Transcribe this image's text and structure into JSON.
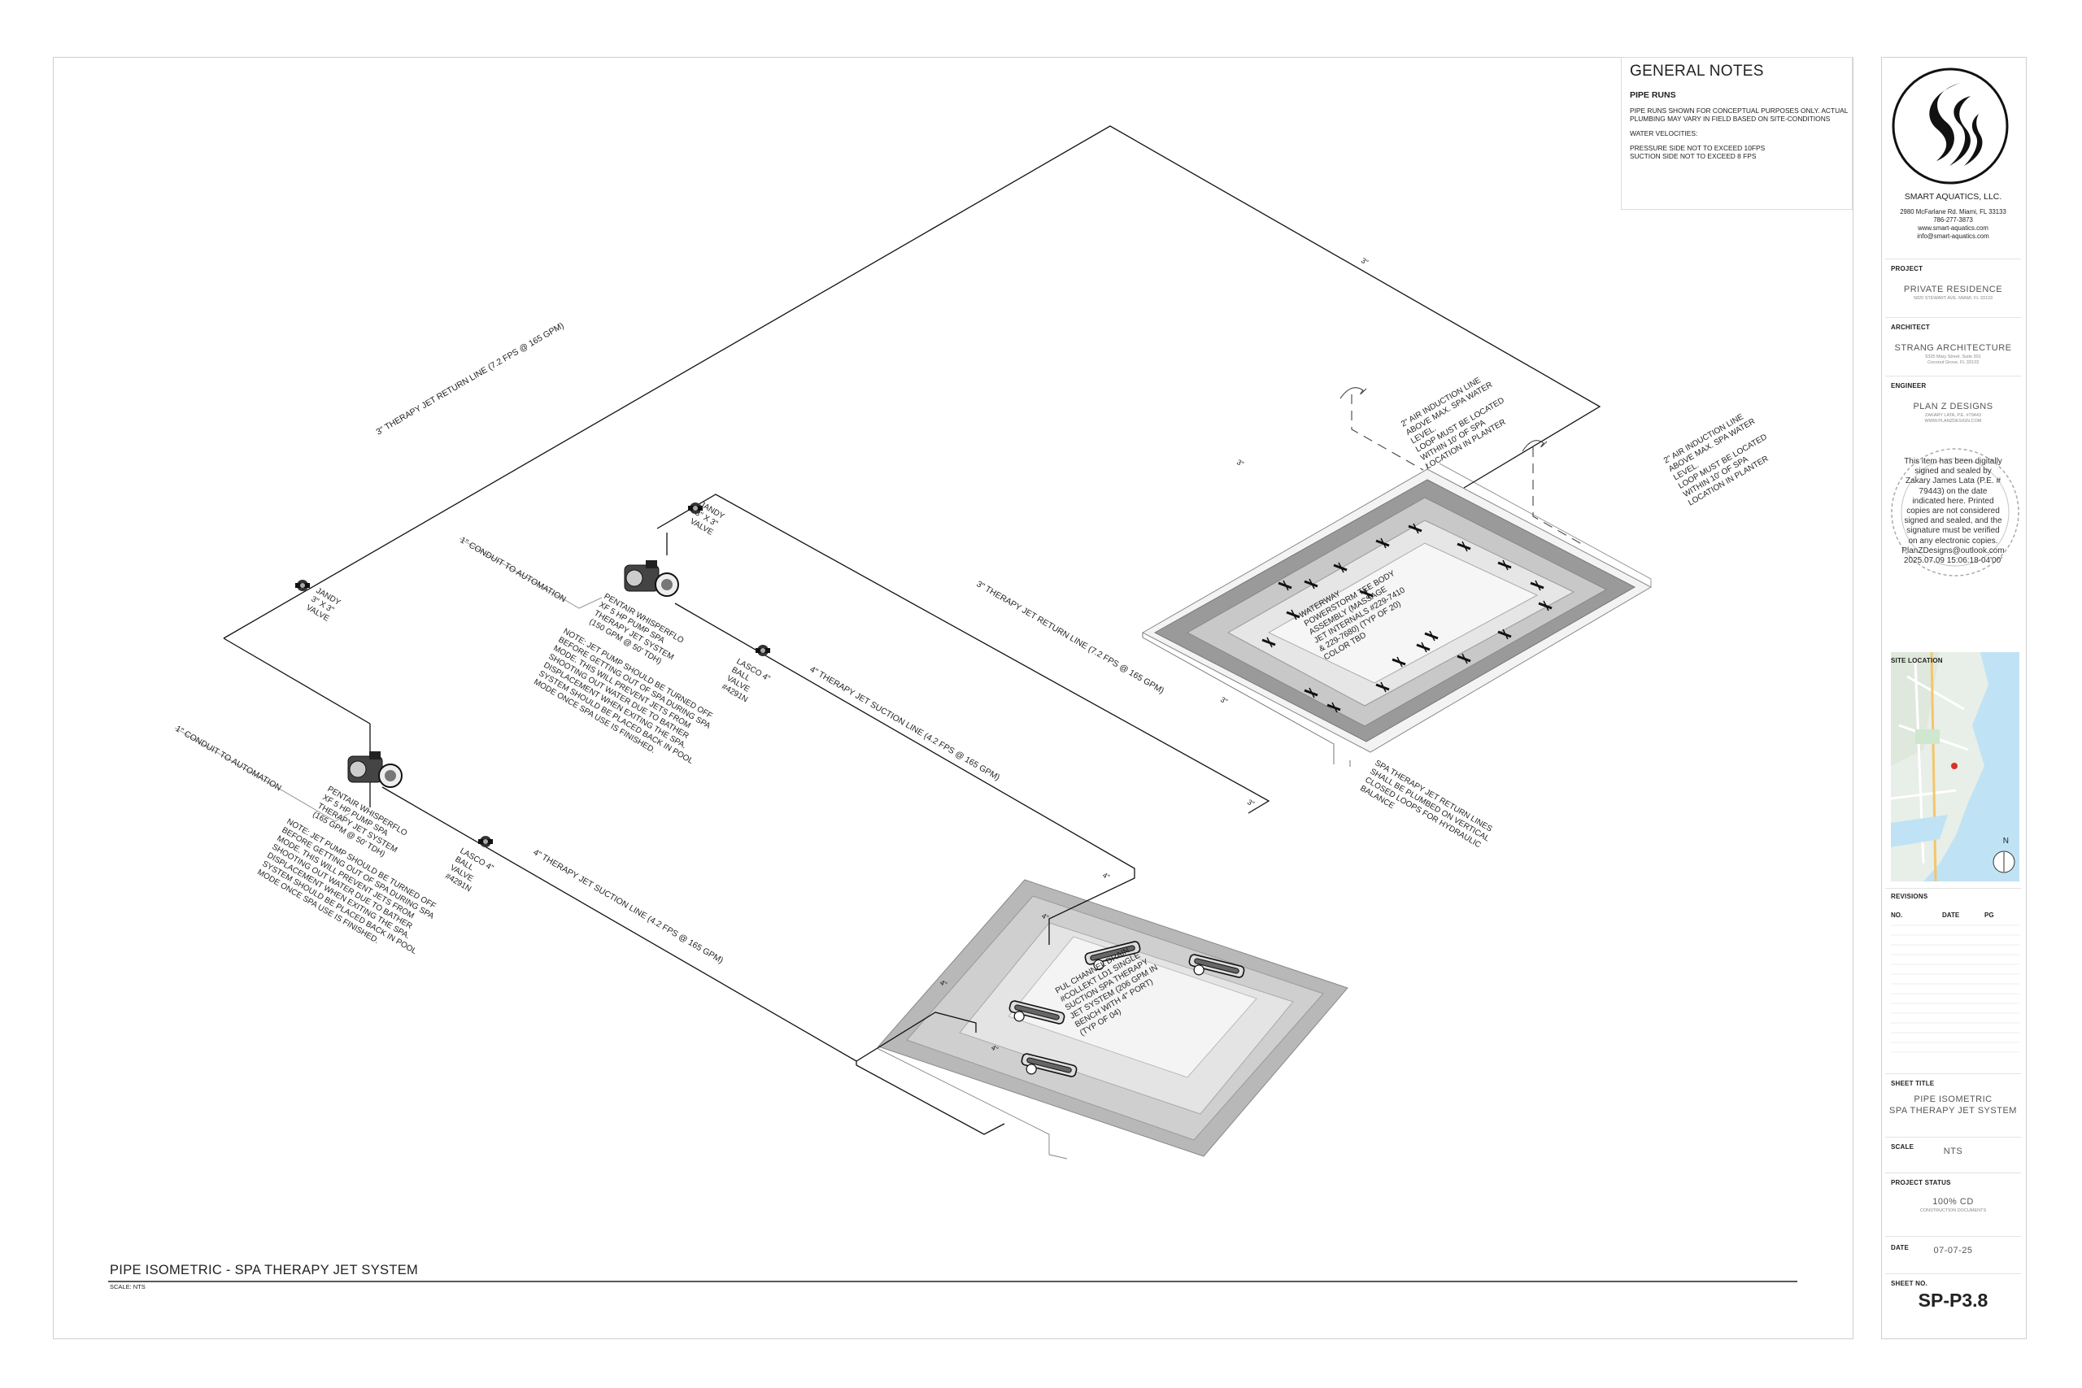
{
  "general_notes": {
    "title": "GENERAL NOTES",
    "section": "PIPE RUNS",
    "lines": [
      "PIPE RUNS SHOWN FOR CONCEPTUAL PURPOSES ONLY. ACTUAL",
      "PLUMBING MAY VARY IN FIELD BASED ON SITE-CONDITIONS",
      "WATER VELOCITIES:",
      "PRESSURE SIDE NOT TO EXCEED 10FPS",
      "SUCTION SIDE NOT TO EXCEED 8 FPS"
    ]
  },
  "drawing": {
    "title": "PIPE ISOMETRIC -  SPA THERAPY JET SYSTEM",
    "scale": "SCALE: NTS",
    "labels": {
      "return_line_upper": "3\" THERAPY JET RETURN LINE (7.2 FPS @ 165 GPM)",
      "return_line_lower": "3\" THERAPY JET RETURN LINE (7.2 FPS @ 165 GPM)",
      "suction_line_upper": "4\" THERAPY JET SUCTION LINE (4.2 FPS @ 165 GPM)",
      "suction_line_lower": "4\" THERAPY JET SUCTION LINE (4.2 FPS @ 165 GPM)",
      "conduit_upper": "1\" CONDUIT TO AUTOMATION",
      "conduit_lower": "1\" CONDUIT TO AUTOMATION",
      "jandy_valve_upper": [
        "JANDY",
        "3\" X 3\"",
        "VALVE"
      ],
      "jandy_valve_left": [
        "JANDY",
        "3\" X 3\"",
        "VALVE"
      ],
      "pump_upper": [
        "PENTAIR WHISPERFLO",
        "XF 5 HP PUMP SPA",
        "THERAPY JET SYSTEM",
        "(150 GPM @ 50' TDH)"
      ],
      "pump_lower": [
        "PENTAIR WHISPERFLO",
        "XF 5 HP PUMP SPA",
        "THERAPY JET SYSTEM",
        "(165 GPM @ 50' TDH)"
      ],
      "pump_note_upper": [
        "NOTE: JET PUMP SHOULD BE TURNED OFF",
        "BEFORE GETTING OUT OF SPA DURING SPA",
        "MODE. THIS WILL PREVENT JETS FROM",
        "SHOOTING OUT WATER DUE TO BATHER",
        "DISPLACEMENT WHEN EXITING THE SPA.",
        "SYSTEM SHOULD BE PLACED BACK IN POOL",
        "MODE ONCE SPA USE IS FINISHED."
      ],
      "pump_note_lower": [
        "NOTE: JET PUMP SHOULD BE TURNED OFF",
        "BEFORE GETTING OUT OF SPA DURING SPA",
        "MODE. THIS WILL PREVENT JETS FROM",
        "SHOOTING OUT WATER DUE TO BATHER",
        "DISPLACEMENT WHEN EXITING THE SPA.",
        "SYSTEM SHOULD BE PLACED BACK IN POOL",
        "MODE ONCE SPA USE IS FINISHED."
      ],
      "lasco_upper": [
        "LASCO 4\"",
        "BALL",
        "VALVE",
        "#4291N"
      ],
      "lasco_lower": [
        "LASCO 4\"",
        "BALL",
        "VALVE",
        "#4291N"
      ],
      "air_induction_1": [
        "2\" AIR INDUCTION LINE",
        "ABOVE MAX. SPA WATER",
        "LEVEL.",
        "LOOP MUST BE LOCATED",
        "WITHIN 10' OF SPA",
        "LOCATION IN PLANTER"
      ],
      "air_induction_2": [
        "2\" AIR INDUCTION LINE",
        "ABOVE MAX. SPA WATER",
        "LEVEL.",
        "LOOP MUST BE LOCATED",
        "WITHIN 10' OF SPA",
        "LOCATION IN PLANTER"
      ],
      "waterway_jets": [
        "WATERWAY",
        "POWERSTORM TEE BODY",
        "ASSEMBLY (MASSAGE",
        "JET INTERNALS #229-7410",
        "& 229-7680) (TYP OF 20)",
        "COLOR TBD"
      ],
      "return_balance": [
        "SPA THERAPY JET RETURN LINES",
        "SHALL BE PLUMBED ON VERTICAL",
        "CLOSED LOOPS FOR HYDRAULIC",
        "BALANCE"
      ],
      "channel_drain": [
        "PUL CHANNEL DRAIN",
        "#COLLEKT LD1 SINGLE",
        "SUCTION SPA THERAPY",
        "JET SYSTEM (206 GPM IN",
        "BENCH WITH 4\" PORT)",
        "(TYP OF 04)"
      ],
      "pipe_sizes": [
        "3\"",
        "3\"",
        "4\"",
        "4\"",
        "4\"",
        "4\"",
        "3\"",
        "3\""
      ]
    }
  },
  "title_block": {
    "company": "SMART AQUATICS, LLC.",
    "address": [
      "2980 McFarlane Rd. Miami, FL 33133",
      "786-277-3873",
      "www.smart-aquatics.com",
      "info@smart-aquatics.com"
    ],
    "project_label": "PROJECT",
    "project": "PRIVATE RESIDENCE",
    "project_addr": "5820 STEWART AVE. MIAMI, FL 33133",
    "architect_label": "ARCHITECT",
    "architect": "STRANG ARCHITECTURE",
    "architect_addr": [
      "5325 Mary Street, Suite 301",
      "Coconut Grove, FL 33133"
    ],
    "engineer_label": "ENGINEER",
    "engineer": "PLAN Z DESIGNS",
    "engineer_addr": [
      "ZAKARY LATA, P.E. #79443",
      "WWW.PLANZDESIGN.COM"
    ],
    "seal_text": [
      "This item has been digitally",
      "signed and sealed by",
      "Zakary James Lata (P.E. #",
      "79443) on the date",
      "indicated here. Printed",
      "copies are not considered",
      "signed and sealed, and the",
      "signature must be verified",
      "on any electronic copies.",
      "PlanZDesigns@outlook.com",
      "2025.07.09 15:06:18-04'00'"
    ],
    "site_location_label": "SITE LOCATION",
    "map_north": "N",
    "revisions_label": "REVISIONS",
    "rev_cols": [
      "NO.",
      "DATE",
      "PG"
    ],
    "sheet_title_label": "SHEET TITLE",
    "sheet_title": [
      "PIPE ISOMETRIC",
      "SPA THERAPY JET SYSTEM"
    ],
    "scale_label": "SCALE",
    "scale": "NTS",
    "status_label": "PROJECT STATUS",
    "status": "100% CD",
    "status_sub": "CONSTRUCTION DOCUMENTS",
    "date_label": "DATE",
    "date": "07-07-25",
    "sheet_no_label": "SHEET NO.",
    "sheet_no": "SP-P3.8"
  }
}
